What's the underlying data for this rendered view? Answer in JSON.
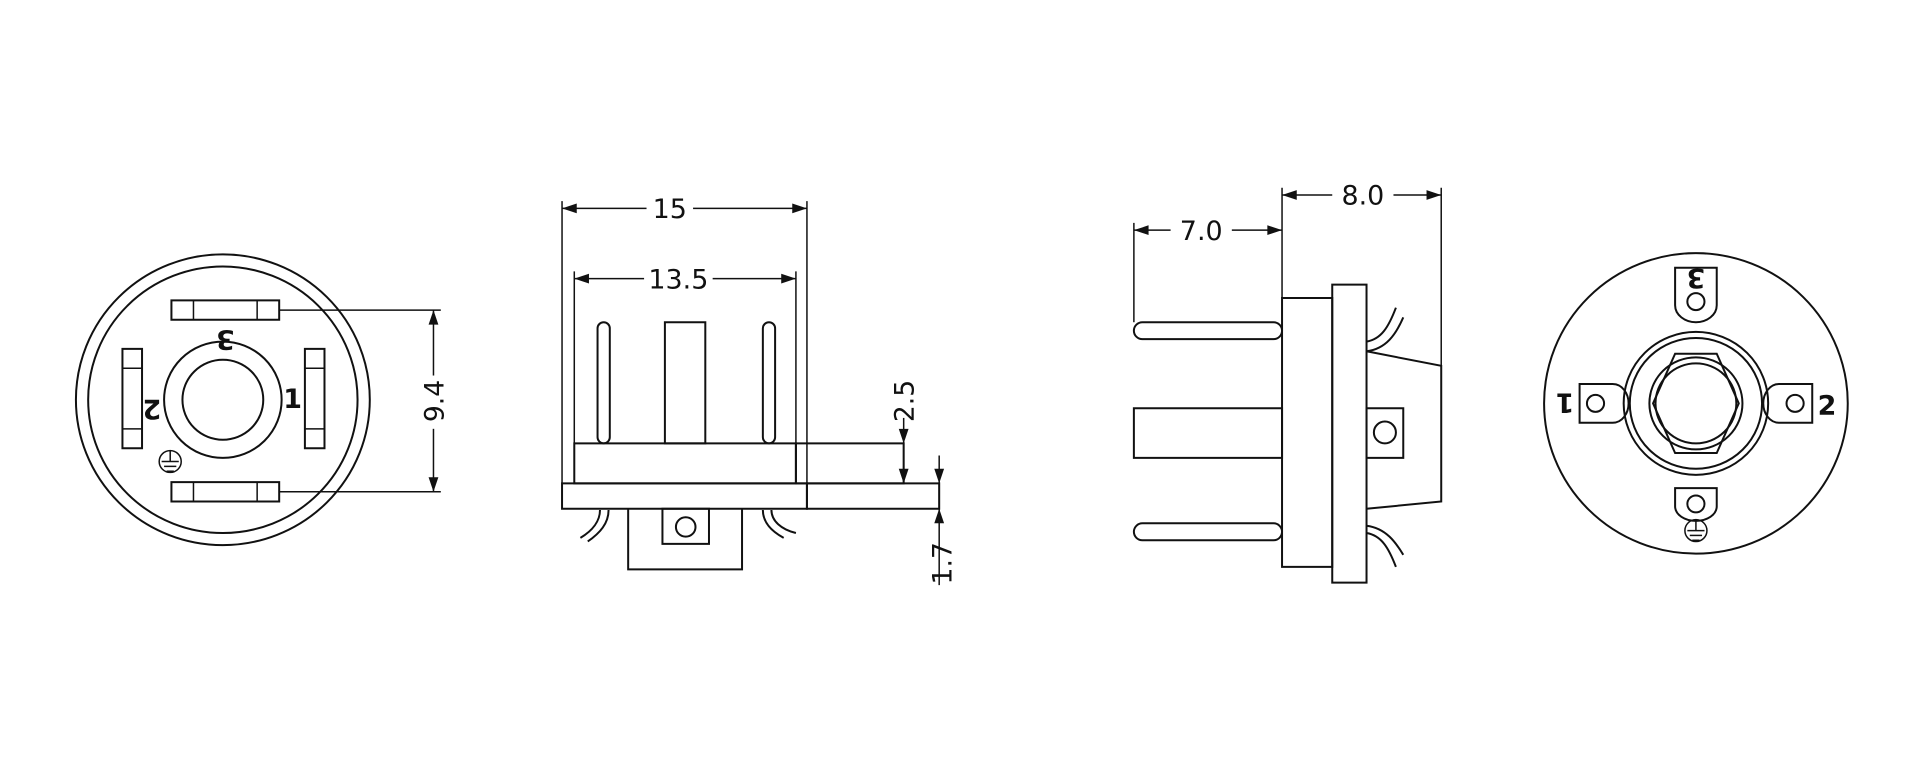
{
  "dimensions": {
    "overall_width": "15",
    "inner_width": "13.5",
    "pin_spacing": "9.4",
    "flange_thickness": "2.5",
    "base_thickness": "1.7",
    "pin_length": "7.0",
    "body_depth": "8.0"
  },
  "pin_labels": {
    "front": {
      "p1": "1",
      "p2": "2",
      "p3": "3"
    },
    "rear": {
      "p1": "1",
      "p2": "2",
      "p3": "3"
    }
  },
  "icons": [
    "ground-symbol-icon"
  ]
}
